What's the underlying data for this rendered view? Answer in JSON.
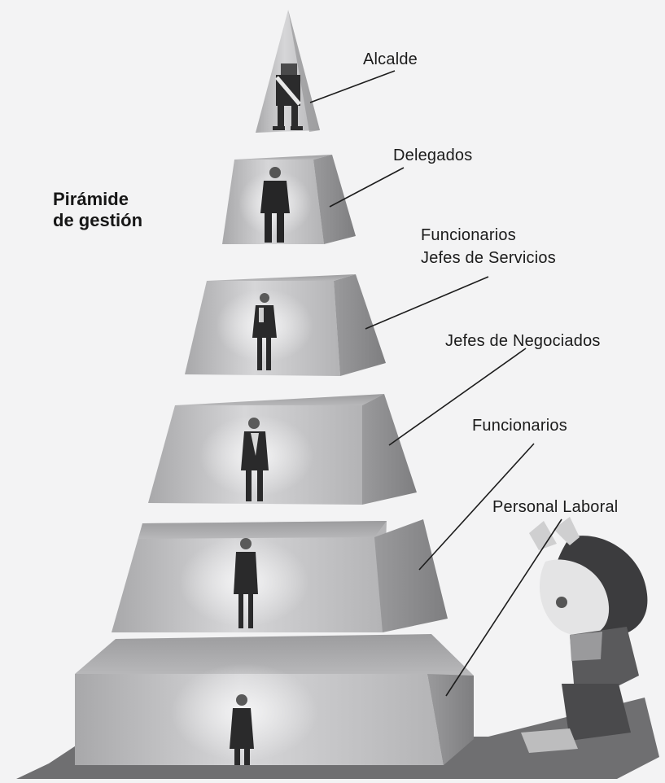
{
  "diagram": {
    "title_line1": "Pirámide",
    "title_line2": "de gestión",
    "levels": [
      {
        "id": "alcalde",
        "lines": [
          "Alcalde"
        ]
      },
      {
        "id": "delegados",
        "lines": [
          "Delegados"
        ]
      },
      {
        "id": "funcionarios-jefes",
        "lines": [
          "Funcionarios",
          "Jefes de Servicios"
        ]
      },
      {
        "id": "jefes-negociados",
        "lines": [
          "Jefes de Negociados"
        ]
      },
      {
        "id": "funcionarios",
        "lines": [
          "Funcionarios"
        ]
      },
      {
        "id": "personal-laboral",
        "lines": [
          "Personal Laboral"
        ]
      }
    ]
  },
  "colors": {
    "background": "#f3f3f4",
    "front_face": "#b9b9bb",
    "side_face": "#8f8f91",
    "top_face": "#a9a9ab",
    "ground": "#6f6f71",
    "text": "#1b1b1b"
  }
}
